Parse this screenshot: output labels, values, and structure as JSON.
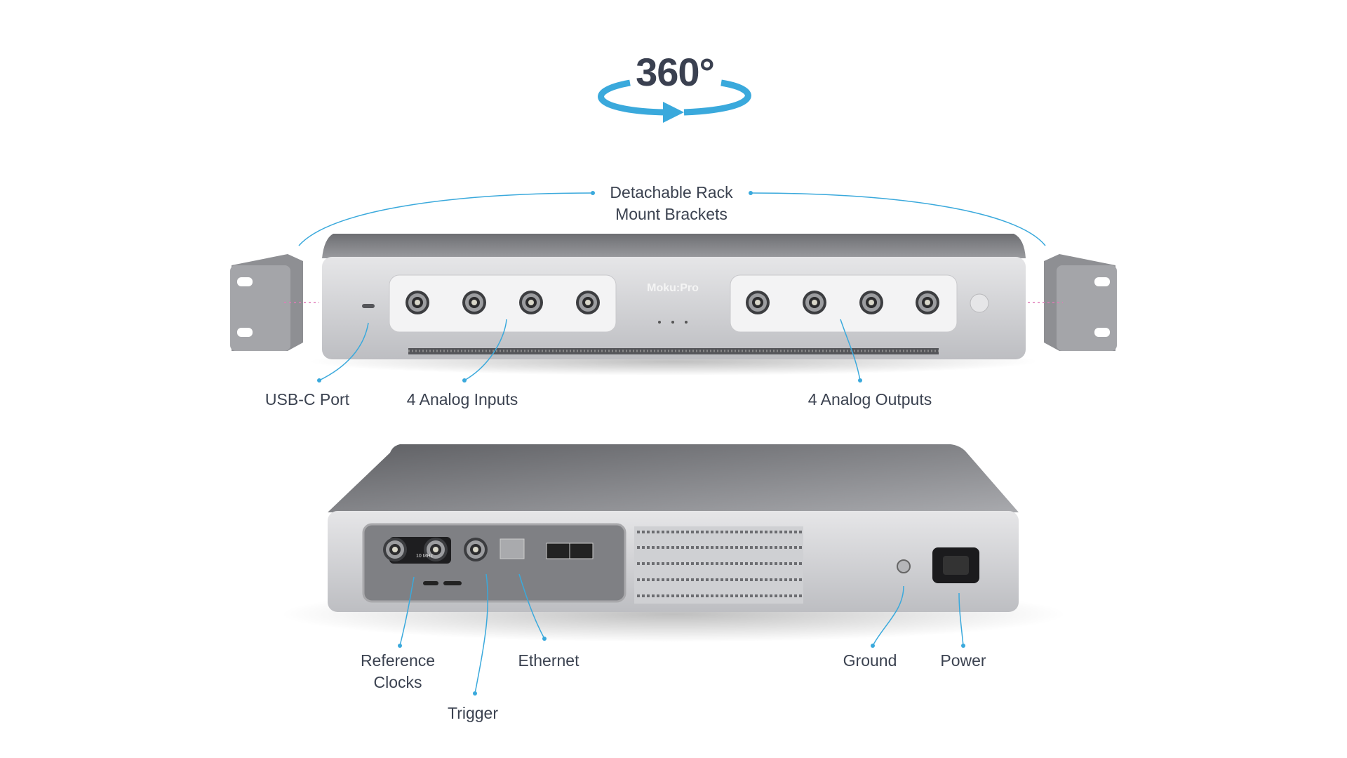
{
  "header": {
    "badge_text": "360°",
    "accent_color": "#3aa9dc"
  },
  "front_panel": {
    "brand": "Moku:Pro"
  },
  "rear_panel": {
    "clock_label": "10 MHz"
  },
  "callouts": {
    "brackets": [
      "Detachable Rack",
      "Mount Brackets"
    ],
    "usbc": "USB-C Port",
    "inputs": "4 Analog Inputs",
    "outputs": "4 Analog Outputs",
    "reference_clocks": [
      "Reference",
      "Clocks"
    ],
    "ethernet": "Ethernet",
    "trigger": "Trigger",
    "ground": "Ground",
    "power": "Power"
  }
}
